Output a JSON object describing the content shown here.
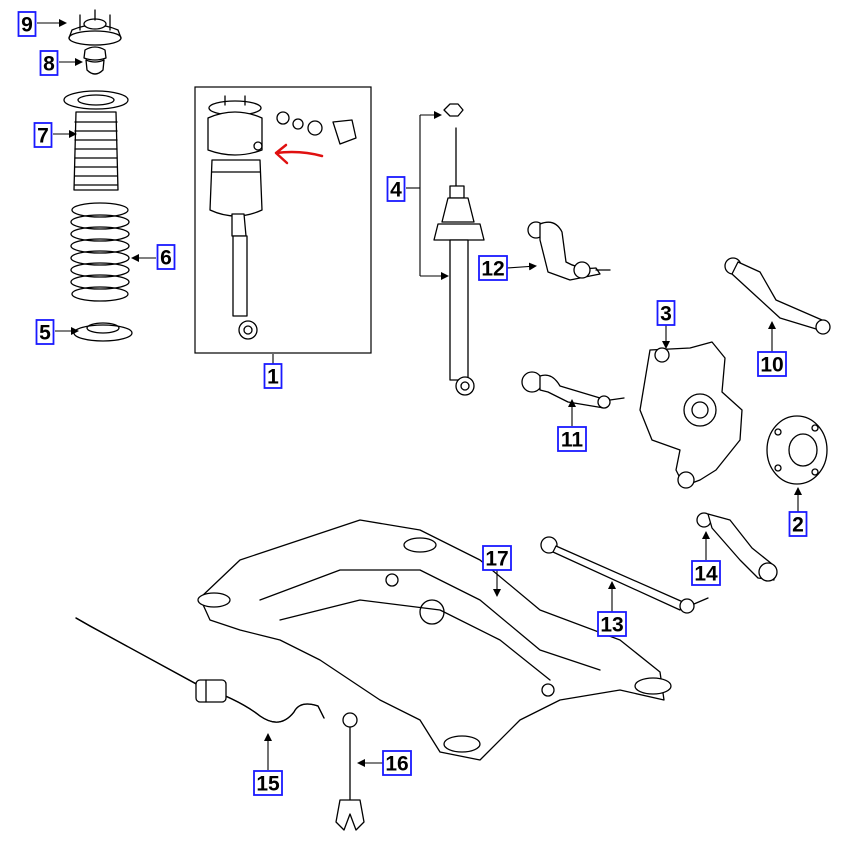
{
  "diagram": {
    "callouts": [
      {
        "id": "part-1",
        "label": "1"
      },
      {
        "id": "part-2",
        "label": "2"
      },
      {
        "id": "part-3",
        "label": "3"
      },
      {
        "id": "part-4",
        "label": "4"
      },
      {
        "id": "part-5",
        "label": "5"
      },
      {
        "id": "part-6",
        "label": "6"
      },
      {
        "id": "part-7",
        "label": "7"
      },
      {
        "id": "part-8",
        "label": "8"
      },
      {
        "id": "part-9",
        "label": "9"
      },
      {
        "id": "part-10",
        "label": "10"
      },
      {
        "id": "part-11",
        "label": "11"
      },
      {
        "id": "part-12",
        "label": "12"
      },
      {
        "id": "part-13",
        "label": "13"
      },
      {
        "id": "part-14",
        "label": "14"
      },
      {
        "id": "part-15",
        "label": "15"
      },
      {
        "id": "part-16",
        "label": "16"
      },
      {
        "id": "part-17",
        "label": "17"
      }
    ],
    "highlight_color": "#e01010",
    "callout_border_color": "#1a1aff"
  }
}
